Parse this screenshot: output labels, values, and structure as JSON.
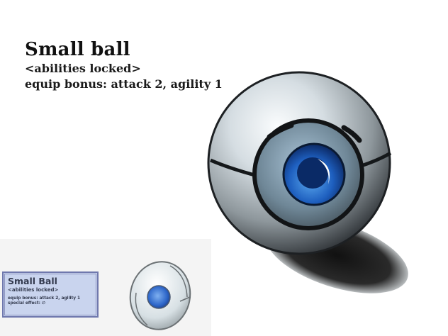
{
  "item": {
    "name": "Small ball",
    "abilities": "<abilities locked>",
    "equip_bonus": "equip bonus: attack 2, agility 1"
  },
  "reference_card": {
    "name": "Small Ball",
    "abilities": "<abilities locked>",
    "equip_bonus": "equip bonus: attack 2, agility 1",
    "special_effect": "special effect: ∅"
  },
  "colors": {
    "card_fill": "#c9d4ee",
    "card_border": "#6f78ad",
    "lens_blue": "#1e5fbf"
  }
}
